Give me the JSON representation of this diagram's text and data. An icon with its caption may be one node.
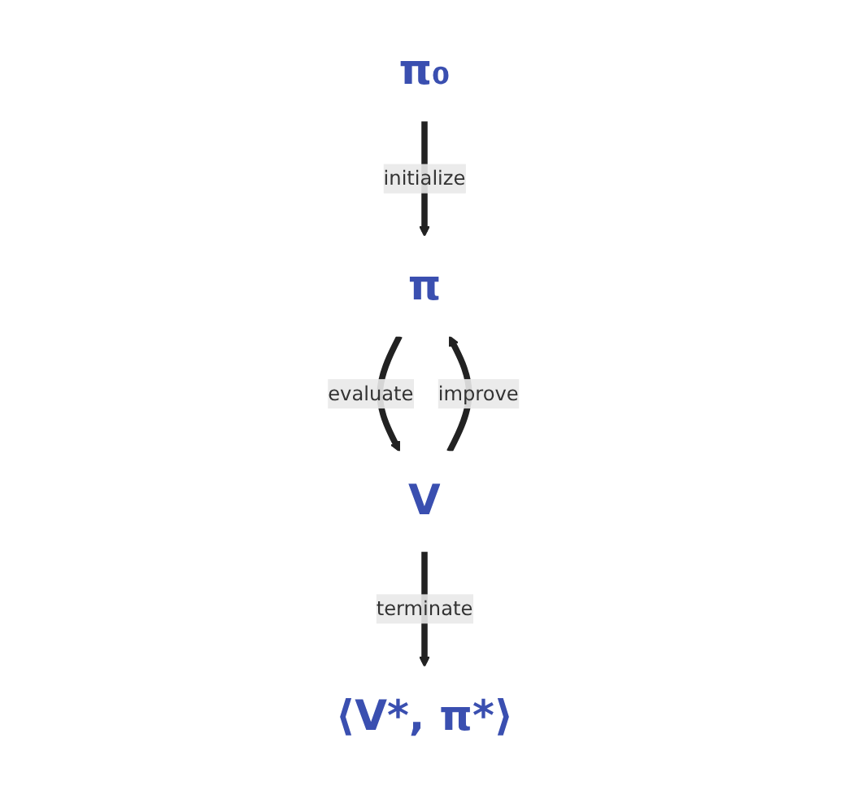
{
  "diagram": {
    "nodes": [
      {
        "text": [
          "π₀"
        ]
      },
      {
        "text": [
          "π"
        ]
      },
      {
        "text": [
          "V"
        ]
      },
      {
        "text": [
          "⟨V*, π*⟩"
        ]
      }
    ],
    "edges": [
      {
        "from": 0,
        "to": 1,
        "arrow": "to",
        "label": "initialize"
      },
      {
        "from": 1,
        "to": 2,
        "arrow": "to",
        "label": "evaluate"
      },
      {
        "from": 2,
        "to": 1,
        "arrow": "to",
        "label": "improve"
      },
      {
        "from": 2,
        "to": 3,
        "arrow": "to",
        "label": "terminate"
      }
    ]
  }
}
